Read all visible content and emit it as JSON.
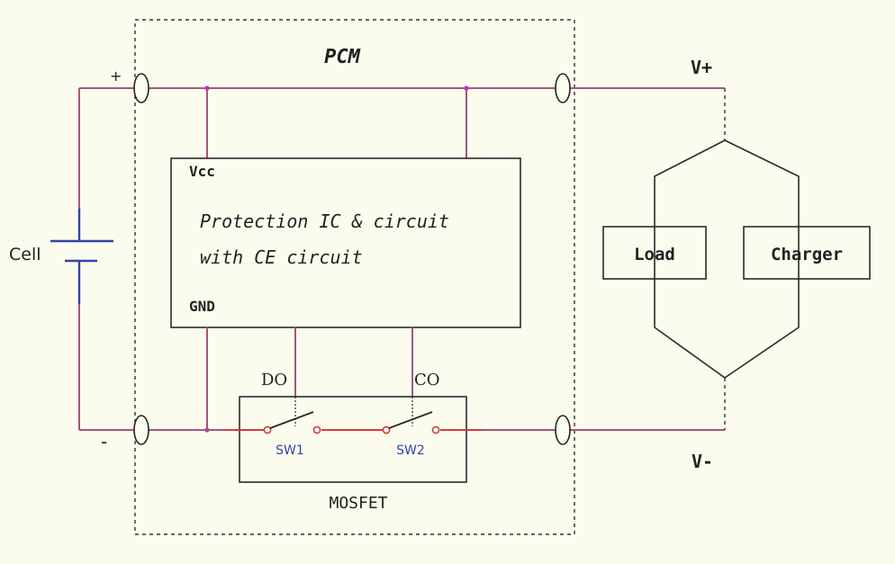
{
  "module": {
    "title": "PCM"
  },
  "battery": {
    "label": "Cell",
    "plus": "+",
    "minus": "-"
  },
  "ic": {
    "vcc": "Vcc",
    "gnd": "GND",
    "line1": "Protection IC & circuit",
    "line2": "with CE circuit"
  },
  "mosfet": {
    "label": "MOSFET",
    "do": "DO",
    "co": "CO",
    "sw1": "SW1",
    "sw2": "SW2"
  },
  "terminals": {
    "vplus": "V+",
    "vminus": "V-"
  },
  "external": {
    "load": "Load",
    "charger": "Charger"
  },
  "colors": {
    "background": "#fbfbee",
    "wire": "#a05a7a",
    "switch_path": "#d23c3c",
    "cell_plate": "#3344aa"
  }
}
